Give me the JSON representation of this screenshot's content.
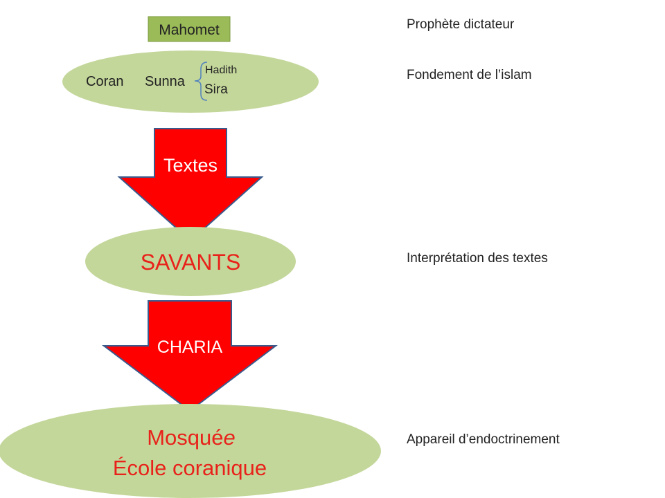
{
  "diagram": {
    "colors": {
      "ellipse_fill": "#c4d79b",
      "box_fill": "#9bbb59",
      "box_stroke": "#7a9a3e",
      "arrow_fill": "#ff0000",
      "arrow_stroke": "#3a5a8c",
      "brace_stroke": "#4f81bd",
      "dark_text": "#222222",
      "red_text": "#e8221a",
      "white_text": "#ffffff"
    },
    "top_box": {
      "label": "Mahomet"
    },
    "sources": {
      "coran": "Coran",
      "sunna": "Sunna",
      "hadith": "Hadith",
      "sira": "Sira"
    },
    "arrows": {
      "first": "Textes",
      "second": "CHARIA"
    },
    "savants": "SAVANTS",
    "institutions": {
      "line1_prefix": "Mosqué",
      "line1_suffix": "e",
      "line2": "École coranique"
    },
    "side_labels": {
      "prophet": "Prophète dictateur",
      "foundation": "Fondement de l’islam",
      "interpretation": "Interprétation des textes",
      "apparatus": "Appareil d’endoctrinement"
    }
  }
}
